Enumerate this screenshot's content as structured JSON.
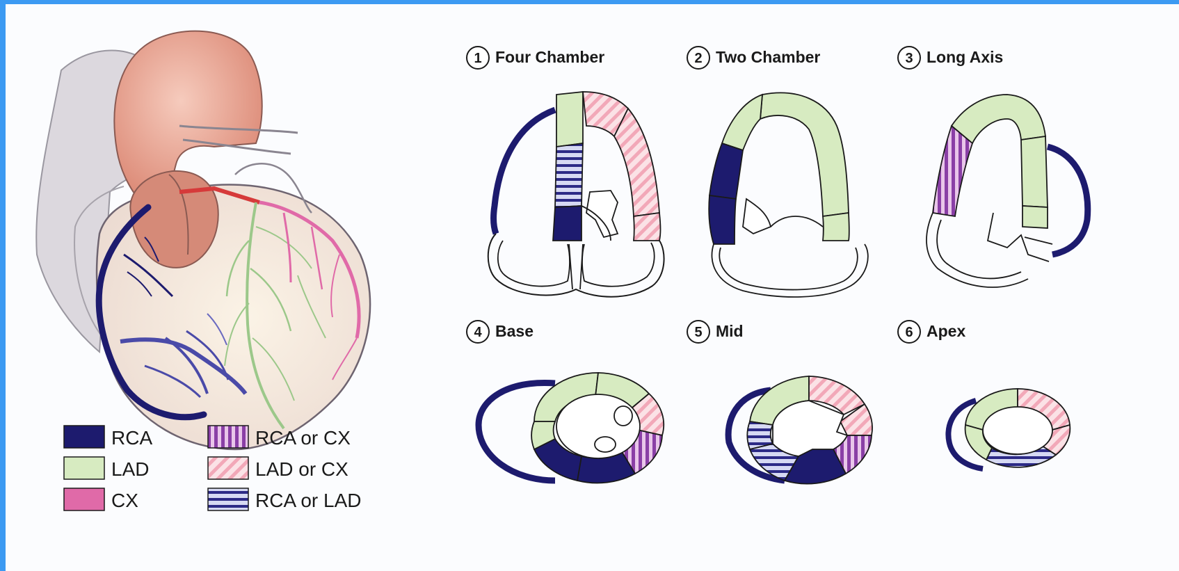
{
  "colors": {
    "border": "#3c9af2",
    "rca": "#1d1b6e",
    "lad": "#d7ebc1",
    "cx": "#e06aa8",
    "rca_or_cx": "#8a3fa6",
    "lad_or_cx": "#f2a8b8",
    "rca_or_lad": "#2c2a86"
  },
  "views": [
    {
      "number": "1",
      "name": "Four Chamber"
    },
    {
      "number": "2",
      "name": "Two Chamber"
    },
    {
      "number": "3",
      "name": "Long Axis"
    },
    {
      "number": "4",
      "name": "Base"
    },
    {
      "number": "5",
      "name": "Mid"
    },
    {
      "number": "6",
      "name": "Apex"
    }
  ],
  "legend": [
    {
      "label": "RCA",
      "pattern": "solid-rca"
    },
    {
      "label": "LAD",
      "pattern": "solid-lad"
    },
    {
      "label": "CX",
      "pattern": "solid-cx"
    },
    {
      "label": "RCA or CX",
      "pattern": "vertical-stripes"
    },
    {
      "label": "LAD or CX",
      "pattern": "diagonal-stripes"
    },
    {
      "label": "RCA or LAD",
      "pattern": "horizontal-stripes"
    }
  ]
}
